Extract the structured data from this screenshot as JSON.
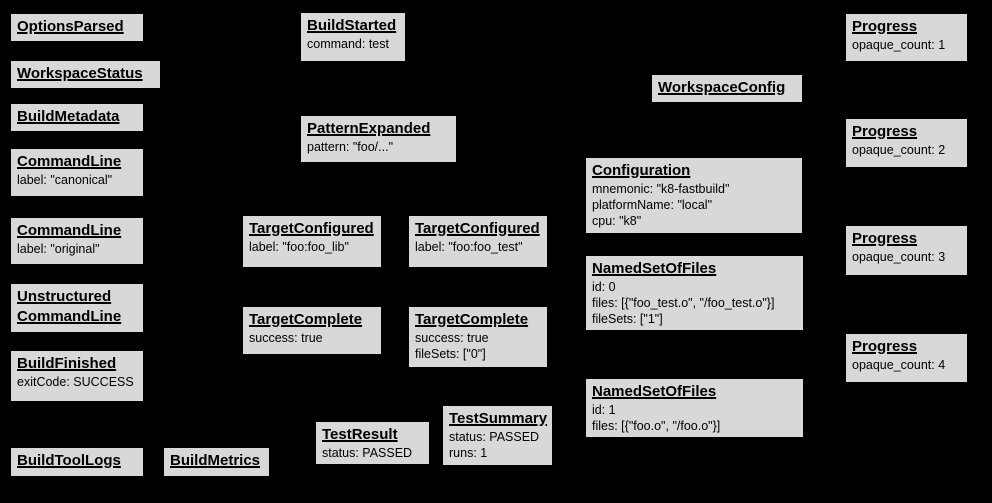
{
  "diagram": {
    "description": "Build event protocol graph of build event nodes",
    "colors": {
      "background": "#000000",
      "node_fill": "#d8d8d8",
      "node_border": "#000000",
      "text": "#000000"
    }
  },
  "nodes": [
    {
      "id": "options-parsed",
      "title": "OptionsParsed",
      "lines": []
    },
    {
      "id": "workspace-status",
      "title": "WorkspaceStatus",
      "lines": []
    },
    {
      "id": "build-metadata",
      "title": "BuildMetadata",
      "lines": []
    },
    {
      "id": "command-line-canonical",
      "title": "CommandLine",
      "lines": [
        "label: \"canonical\""
      ]
    },
    {
      "id": "command-line-original",
      "title": "CommandLine",
      "lines": [
        "label: \"original\""
      ]
    },
    {
      "id": "unstructured-command-line",
      "title": "Unstructured CommandLine",
      "lines": []
    },
    {
      "id": "build-finished",
      "title": "BuildFinished",
      "lines": [
        "exitCode: SUCCESS"
      ]
    },
    {
      "id": "build-tool-logs",
      "title": "BuildToolLogs",
      "lines": []
    },
    {
      "id": "build-metrics",
      "title": "BuildMetrics",
      "lines": []
    },
    {
      "id": "build-started",
      "title": "BuildStarted",
      "lines": [
        "command: test"
      ]
    },
    {
      "id": "pattern-expanded",
      "title": "PatternExpanded",
      "lines": [
        "pattern: \"foo/...\""
      ]
    },
    {
      "id": "target-configured-foo-lib",
      "title": "TargetConfigured",
      "lines": [
        "label: \"foo:foo_lib\""
      ]
    },
    {
      "id": "target-configured-foo-test",
      "title": "TargetConfigured",
      "lines": [
        "label: \"foo:foo_test\""
      ]
    },
    {
      "id": "target-complete-foo-lib",
      "title": "TargetComplete",
      "lines": [
        "success: true"
      ]
    },
    {
      "id": "target-complete-foo-test",
      "title": "TargetComplete",
      "lines": [
        "success: true",
        "fileSets: [\"0\"]"
      ]
    },
    {
      "id": "test-result",
      "title": "TestResult",
      "lines": [
        "status: PASSED"
      ]
    },
    {
      "id": "test-summary",
      "title": "TestSummary",
      "lines": [
        "status: PASSED",
        "runs: 1"
      ]
    },
    {
      "id": "workspace-config",
      "title": "WorkspaceConfig",
      "lines": []
    },
    {
      "id": "configuration",
      "title": "Configuration",
      "lines": [
        "mnemonic: \"k8-fastbuild\"",
        "platformName: \"local\"",
        "cpu: \"k8\""
      ]
    },
    {
      "id": "named-set-of-files-0",
      "title": "NamedSetOfFiles",
      "lines": [
        "id: 0",
        "files: [{\"foo_test.o\", \"/foo_test.o\"}]",
        "fileSets: [\"1\"]"
      ]
    },
    {
      "id": "named-set-of-files-1",
      "title": "NamedSetOfFiles",
      "lines": [
        "id: 1",
        "files: [{\"foo.o\", \"/foo.o\"}]"
      ]
    },
    {
      "id": "progress-1",
      "title": "Progress",
      "lines": [
        "opaque_count: 1"
      ]
    },
    {
      "id": "progress-2",
      "title": "Progress",
      "lines": [
        "opaque_count: 2"
      ]
    },
    {
      "id": "progress-3",
      "title": "Progress",
      "lines": [
        "opaque_count: 3"
      ]
    },
    {
      "id": "progress-4",
      "title": "Progress",
      "lines": [
        "opaque_count: 4"
      ]
    }
  ]
}
